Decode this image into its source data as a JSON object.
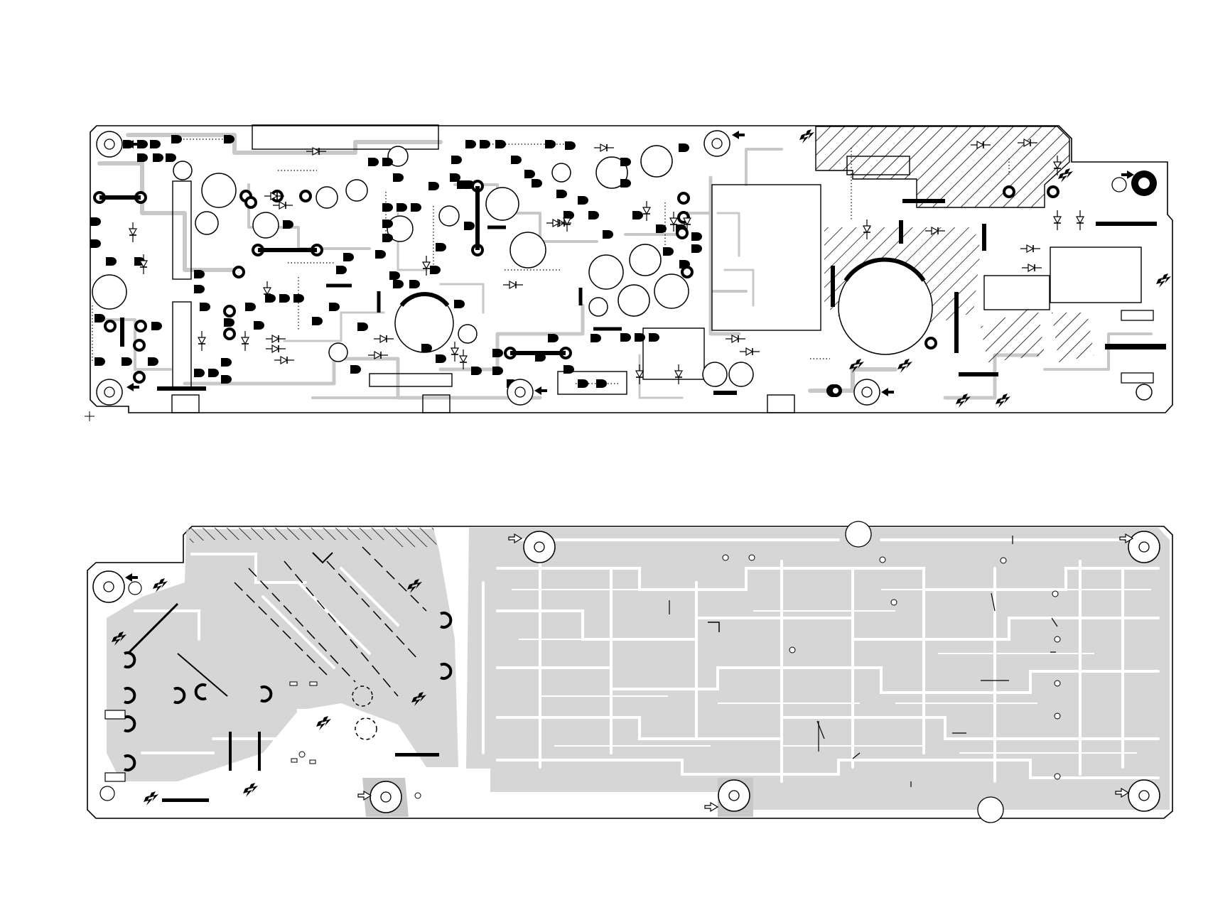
{
  "figure": {
    "type": "pcb-layout",
    "views": [
      {
        "id": "component-side",
        "name": ""
      },
      {
        "id": "solder-side",
        "name": ""
      }
    ]
  },
  "colors": {
    "ink": "#000000",
    "copper": "#c8c8c8",
    "paper": "#ffffff"
  },
  "icons": [
    "mounting-hole-icon",
    "arrow-icon",
    "high-voltage-icon",
    "capacitor-icon",
    "diode-icon",
    "origin-mark-icon"
  ]
}
